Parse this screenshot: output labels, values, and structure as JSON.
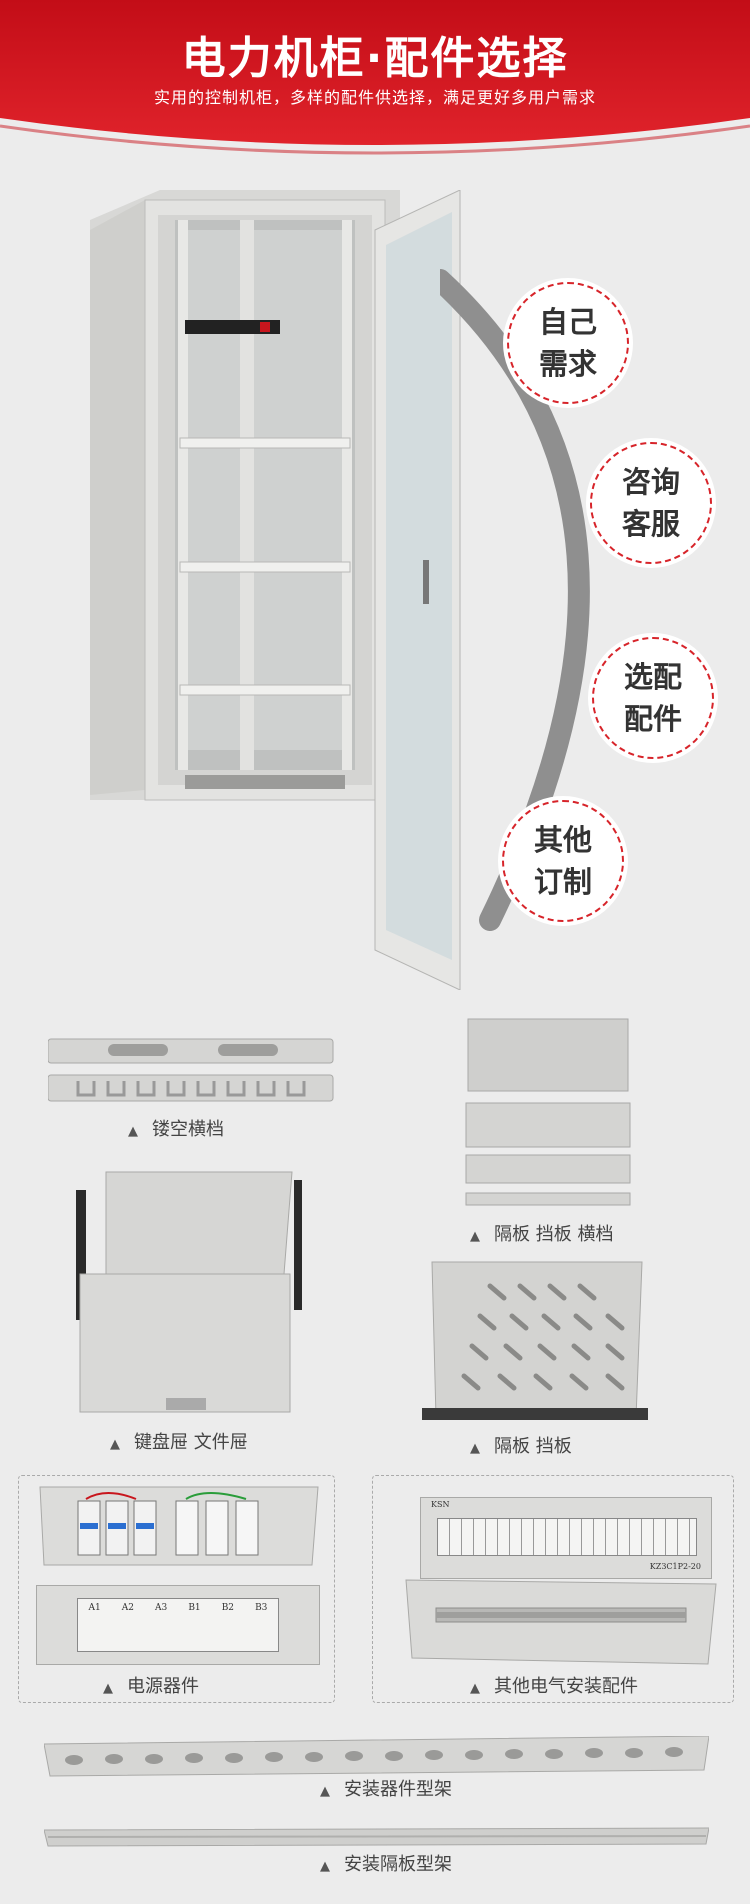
{
  "header": {
    "title": "电力机柜·配件选择",
    "subtitle": "实用的控制机柜，多样的配件供选择，满足更好多用户需求",
    "bg_color": "#c8161d"
  },
  "bubbles": [
    {
      "line1": "自己",
      "line2": "需求"
    },
    {
      "line1": "咨询",
      "line2": "客服"
    },
    {
      "line1": "选配",
      "line2": "配件"
    },
    {
      "line1": "其他",
      "line2": "订制"
    }
  ],
  "accessories": [
    {
      "marker": "▲",
      "label": "镂空横档"
    },
    {
      "marker": "▲",
      "label": "隔板 挡板 横档"
    },
    {
      "marker": "▲",
      "label": "键盘屉  文件屉"
    },
    {
      "marker": "▲",
      "label": "隔板 挡板"
    },
    {
      "marker": "▲",
      "label": "电源器件"
    },
    {
      "marker": "▲",
      "label": "其他电气安装配件"
    },
    {
      "marker": "▲",
      "label": "安装器件型架"
    },
    {
      "marker": "▲",
      "label": "安装隔板型架"
    }
  ],
  "power_panel": {
    "slot_labels": [
      "A1",
      "A2",
      "A3",
      "B1",
      "B2",
      "B3"
    ]
  },
  "terminal_panel": {
    "brand": "KSN",
    "model": "KZ3C1P2-20"
  },
  "colors": {
    "accent": "#d7242a",
    "metal": "#d9d9d6"
  }
}
